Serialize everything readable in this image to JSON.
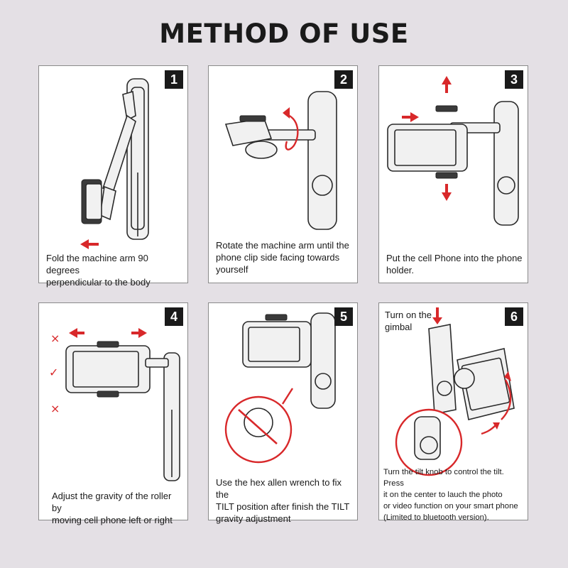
{
  "title": "METHOD OF USE",
  "steps": [
    {
      "number": "1",
      "caption": "Fold the machine arm 90 degrees\nperpendicular to the body"
    },
    {
      "number": "2",
      "caption": "Rotate the machine arm until the\nphone clip side facing towards\nyourself"
    },
    {
      "number": "3",
      "caption": "Put the cell Phone into the phone\nholder."
    },
    {
      "number": "4",
      "caption": "Adjust the gravity of the roller by\nmoving cell phone left or right",
      "marks": [
        "×",
        "✓",
        "×"
      ]
    },
    {
      "number": "5",
      "caption": "Use the hex allen wrench to fix the\nTILT position after finish the TILT\ngravity adjustment"
    },
    {
      "number": "6",
      "label": "Turn on the\ngimbal",
      "caption": "Turn the tilt knob to control the tilt. Press\nit on the center to lauch the photo\nor video function on your smart phone\n(Limited to bluetooth version)."
    }
  ],
  "colors": {
    "accent": "#d8282a",
    "background": "#e4e0e5",
    "panel": "#ffffff"
  }
}
